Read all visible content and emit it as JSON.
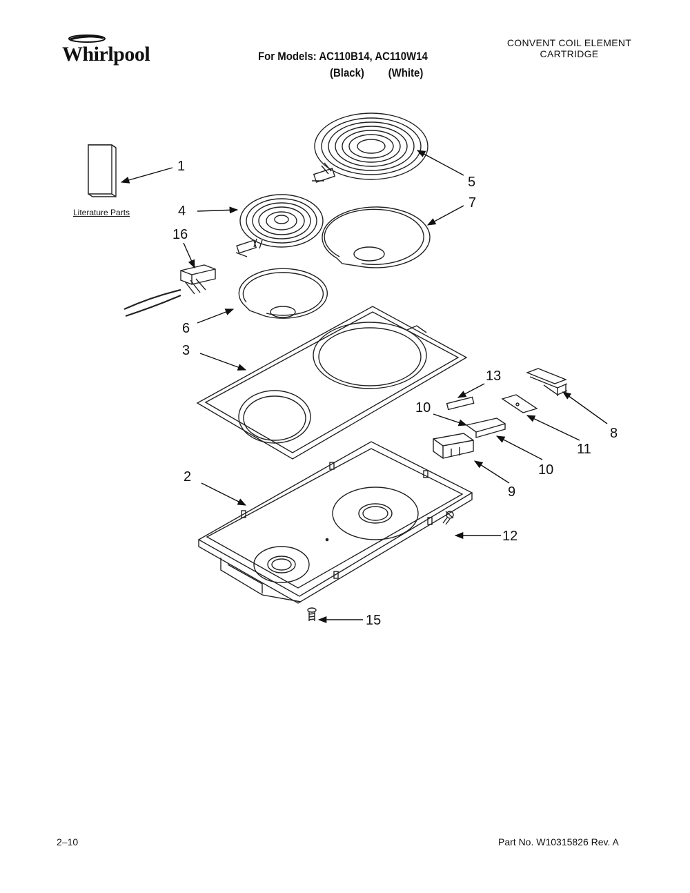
{
  "header": {
    "brand": "Whirlpool",
    "models_line": "For Models: AC110B14, AC110W14",
    "variant_black": "(Black)",
    "variant_white": "(White)",
    "doc_title_line1": "CONVENT COIL ELEMENT",
    "doc_title_line2": "CARTRIDGE"
  },
  "diagram": {
    "literature_label": "Literature Parts",
    "callouts": {
      "c1": "1",
      "c2": "2",
      "c3": "3",
      "c4": "4",
      "c5": "5",
      "c6": "6",
      "c7": "7",
      "c8": "8",
      "c9": "9",
      "c10a": "10",
      "c10b": "10",
      "c11": "11",
      "c12": "12",
      "c13": "13",
      "c15": "15",
      "c16": "16"
    }
  },
  "footer": {
    "page": "2–10",
    "part_number": "Part No. W10315826 Rev. A"
  }
}
